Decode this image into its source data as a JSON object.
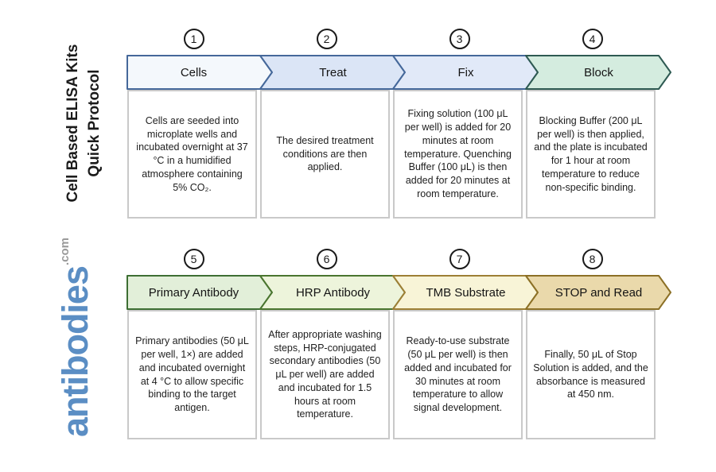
{
  "sidebar": {
    "title_line1": "Cell Based ELISA Kits",
    "title_line2": "Quick Protocol",
    "logo_text": "antibodies",
    "logo_suffix": ".com",
    "logo_color": "#5b8ec4",
    "logo_suffix_color": "#9a9a9a",
    "title_color": "#1b1b1b"
  },
  "steps": [
    {
      "number": "1",
      "label": "Cells",
      "description": "Cells are seeded into microplate wells and incubated overnight at 37 °C in a humidified atmosphere containing 5% CO₂.",
      "fill": "#f4f8fc",
      "stroke": "#45689a"
    },
    {
      "number": "2",
      "label": "Treat",
      "description": "The desired treatment conditions are then applied.",
      "fill": "#dbe5f6",
      "stroke": "#45689a"
    },
    {
      "number": "3",
      "label": "Fix",
      "description": "Fixing solution (100 μL per well) is added for 20 minutes at room temperature. Quenching Buffer (100 μL) is then added for 20 minutes at room temperature.",
      "fill": "#e1e9f8",
      "stroke": "#45689a"
    },
    {
      "number": "4",
      "label": "Block",
      "description": "Blocking Buffer (200 μL per well) is then applied, and the plate is incubated for 1 hour at room temperature to reduce non-specific binding.",
      "fill": "#d4ecdf",
      "stroke": "#2e5a52"
    },
    {
      "number": "5",
      "label": "Primary Antibody",
      "description": "Primary antibodies (50 μL per well, 1×) are added and incubated overnight at 4 °C to allow specific binding to the target antigen.",
      "fill": "#e2efd9",
      "stroke": "#3d6e33"
    },
    {
      "number": "6",
      "label": "HRP Antibody",
      "description": "After appropriate washing steps, HRP-conjugated secondary antibodies (50 μL per well) are added and incubated for 1.5 hours at room temperature.",
      "fill": "#edf4db",
      "stroke": "#4a752f"
    },
    {
      "number": "7",
      "label": "TMB Substrate",
      "description": "Ready-to-use substrate (50 μL per well) is then added and incubated for 30 minutes at room temperature to allow signal development.",
      "fill": "#f8f4d7",
      "stroke": "#9d7f35"
    },
    {
      "number": "8",
      "label": "STOP and Read",
      "description": "Finally, 50 μL of Stop Solution is added, and the absorbance is measured at 450 nm.",
      "fill": "#ead9ab",
      "stroke": "#8c7026"
    }
  ],
  "layout_note": "two rows of four chevron arrows with numbered circles above and description boxes below"
}
